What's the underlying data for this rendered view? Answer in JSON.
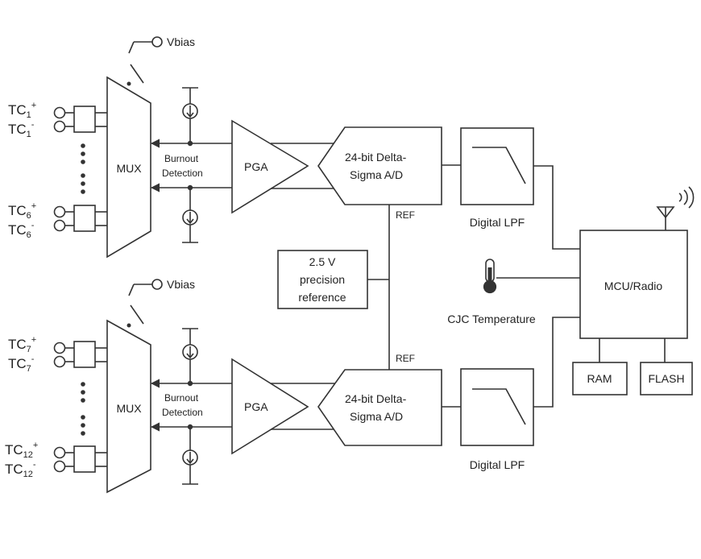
{
  "channel_groups": [
    {
      "vbias": "Vbias",
      "mux": "MUX",
      "burnout": [
        "Burnout",
        "Detection"
      ],
      "pga": "PGA",
      "adc": [
        "24-bit Delta-",
        "Sigma A/D"
      ],
      "ref": "REF",
      "filter": "Digital LPF",
      "inputs": [
        {
          "base": "TC",
          "sub": "1",
          "sign": "+"
        },
        {
          "base": "TC",
          "sub": "1",
          "sign": "-"
        },
        {
          "base": "TC",
          "sub": "6",
          "sign": "+"
        },
        {
          "base": "TC",
          "sub": "6",
          "sign": "-"
        }
      ]
    },
    {
      "vbias": "Vbias",
      "mux": "MUX",
      "burnout": [
        "Burnout",
        "Detection"
      ],
      "pga": "PGA",
      "adc": [
        "24-bit Delta-",
        "Sigma A/D"
      ],
      "ref": "REF",
      "filter": "Digital LPF",
      "inputs": [
        {
          "base": "TC",
          "sub": "7",
          "sign": "+"
        },
        {
          "base": "TC",
          "sub": "7",
          "sign": "-"
        },
        {
          "base": "TC",
          "sub": "12",
          "sign": "+"
        },
        {
          "base": "TC",
          "sub": "12",
          "sign": "-"
        }
      ]
    }
  ],
  "reference": [
    "2.5 V",
    "precision",
    "reference"
  ],
  "cjc": "CJC Temperature",
  "mcu": "MCU/Radio",
  "ram": "RAM",
  "flash": "FLASH",
  "icons": [
    "antenna-icon",
    "radio-waves-icon",
    "thermometer-icon",
    "current-source-icon",
    "switch-icon"
  ]
}
